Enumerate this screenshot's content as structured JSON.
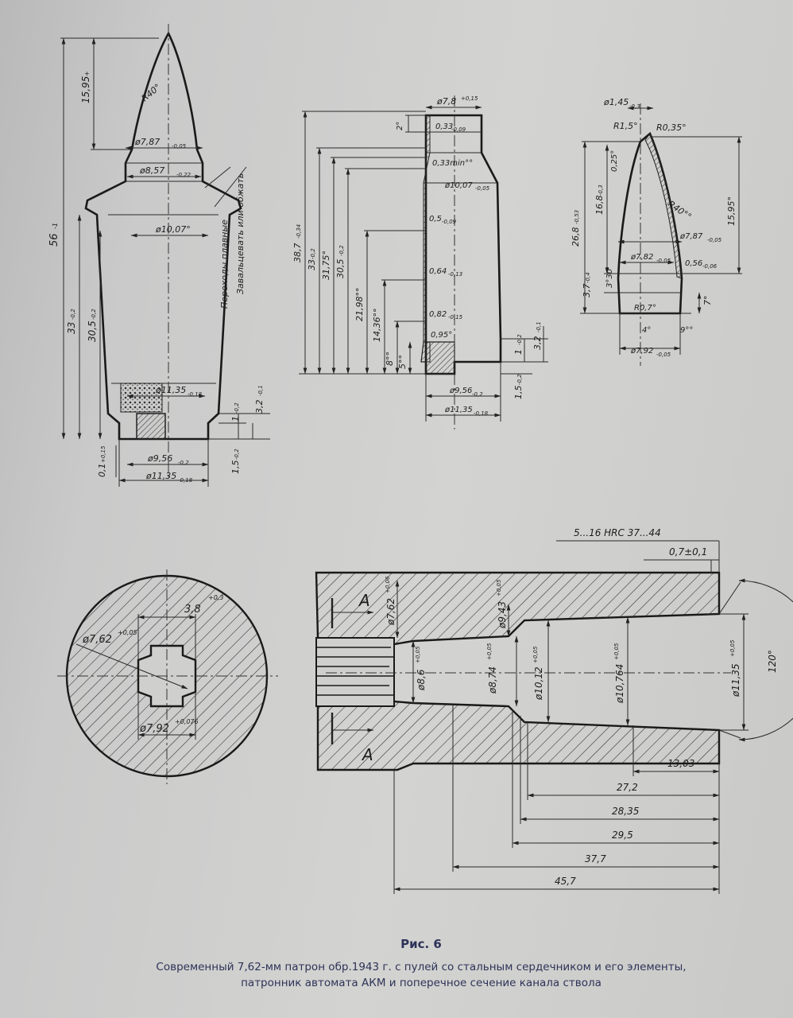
{
  "cartridge": {
    "dims": {
      "length": "56",
      "length_tol": "-1",
      "ogive": "15,95",
      "ogive_tol": "+",
      "radius": "R40°",
      "bullet_d": "ø7,87",
      "bullet_d_tol": "-0,05",
      "neck_d": "ø8,57",
      "neck_d_tol": "-0,22",
      "shoulder_d": "ø10,07°",
      "len_33": "33",
      "len_33_tol": "-0,2",
      "len_305": "30,5",
      "len_305_tol": "-0,2",
      "primer_d": "ø11,35",
      "primer_d_tol": "-0,18",
      "small_1": "1",
      "small_1_tol": "-0,2",
      "small_32": "3,2",
      "small_32_tol": "-0,1",
      "small_01": "0,1",
      "small_01_tol": "+0,15",
      "extractor_d": "ø9,56",
      "extractor_d_tol": "-0,2",
      "small_15": "1,5",
      "small_15_tol": "-0,2",
      "base_d": "ø11,35",
      "base_d_tol": "-0,18"
    },
    "notes": {
      "smooth": "Переходы плавные",
      "roll": "Завальцевать или обжать"
    }
  },
  "case": {
    "dims": {
      "top_d": "ø7,8",
      "top_d_tol": "+0,15",
      "len_2": "2°",
      "wall_033": "0,33",
      "wall_033_tol": "-0,09",
      "wall_033min": "0,33min°°",
      "d_1007": "ø10,07",
      "d_1007_tol": "-0,05",
      "len_387": "38,7",
      "len_387_tol": "-0,34",
      "len_33": "33",
      "len_33_tol": "-0,2",
      "len_3175": "31,75°",
      "len_305": "30,5",
      "len_305_tol": "-0,2",
      "len_2198": "21,98°°",
      "wall_05": "0,5",
      "wall_05_tol": "-0,09",
      "len_1436": "14,36°°",
      "wall_064": "0,64",
      "wall_064_tol": "-0,13",
      "wall_082": "0,82",
      "wall_082_tol": "-0,15",
      "wall_095": "0,95°",
      "len_8": "8°°",
      "len_5": "5°°",
      "small_1": "1",
      "small_1_tol": "-0,2",
      "small_32": "3,2",
      "small_32_tol": "-0,1",
      "d_956": "ø9,56",
      "d_956_tol": "-0,2",
      "small_15": "1,5",
      "small_15_tol": "-0,2",
      "d_1135": "ø11,35",
      "d_1135_tol": "-0,18"
    }
  },
  "bullet": {
    "dims": {
      "tip_d": "ø1,45",
      "tip_d_tol": "-0,3",
      "r15": "R1,5°",
      "r035": "R0,35°",
      "len_025": "0,25°",
      "len_168": "16,8",
      "len_168_tol": "-0,3",
      "len_268": "26,8",
      "len_268_tol": "-0,53",
      "r40": "R40°°",
      "len_1595": "15,95°",
      "d_787": "ø7,87",
      "d_787_tol": "-0,05",
      "d_782": "ø7,82",
      "d_782_tol": "-0,05",
      "wall_056": "0,56",
      "wall_056_tol": "-0,06",
      "len_37": "3,7",
      "len_37_tol": "-0,4",
      "angle_330": "3°30'",
      "len_7": "7°",
      "r07": "R0,7°",
      "angle_4": "4°",
      "angle_9": "9°°",
      "d_792": "ø7,92",
      "d_792_tol": "-0,05"
    }
  },
  "chamber": {
    "dims": {
      "hardness": "5...16 HRC 37...44",
      "chamfer": "0,7±0,1",
      "bore_762": "ø7,62",
      "bore_762_tol": "+0,06",
      "d_943": "ø9,43",
      "d_943_tol": "+0,05",
      "d_86": "ø8,6",
      "d_86_tol": "+0,05",
      "d_874": "ø8,74",
      "d_874_tol": "+0,05",
      "d_1012": "ø10,12",
      "d_1012_tol": "+0,05",
      "d_10764": "ø10,764",
      "d_10764_tol": "+0,05",
      "d_1135": "ø11,35",
      "d_1135_tol": "+0,05",
      "angle_120": "120°",
      "section_a": "A",
      "section_a2": "A",
      "len_1303": "13,03",
      "len_272": "27,2",
      "len_2835": "28,35",
      "len_295": "29,5",
      "len_377": "37,7",
      "len_457": "45,7"
    }
  },
  "section": {
    "dims": {
      "groove_w": "3,8",
      "groove_w_tol": "+0,3",
      "d_762": "ø7,62",
      "d_762_tol": "+0,05",
      "d_792": "ø7,92",
      "d_792_tol": "+0,076"
    }
  },
  "caption": {
    "fig": "Рис. 6",
    "line1": "Современный 7,62-мм патрон обр.1943 г. с пулей со стальным сердечником и его элементы,",
    "line2": "патронник автомата АКМ и поперечное сечение канала ствола"
  }
}
